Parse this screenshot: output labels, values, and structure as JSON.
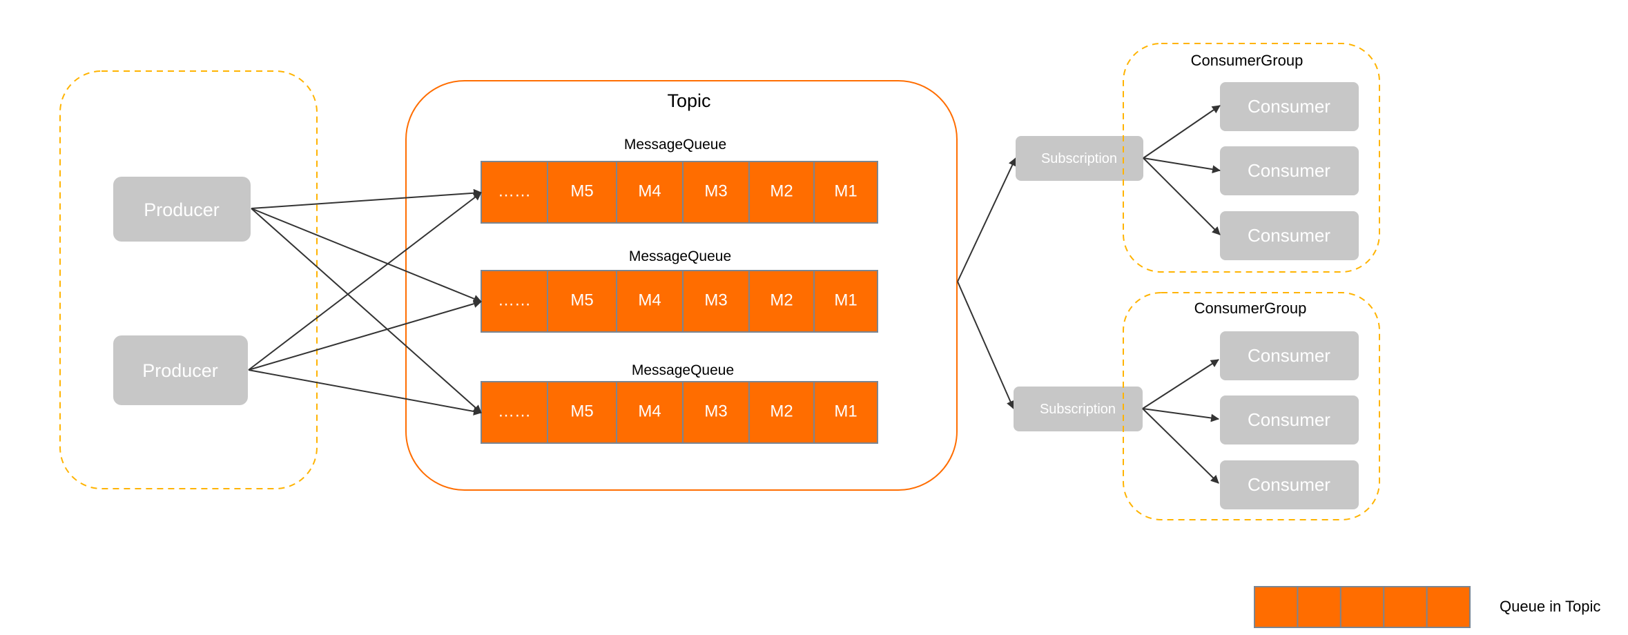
{
  "topic": {
    "title": "Topic"
  },
  "producers": [
    {
      "label": "Producer"
    },
    {
      "label": "Producer"
    }
  ],
  "queues": [
    {
      "label": "MessageQueue",
      "cells": [
        "……",
        "M5",
        "M4",
        "M3",
        "M2",
        "M1"
      ]
    },
    {
      "label": "MessageQueue",
      "cells": [
        "……",
        "M5",
        "M4",
        "M3",
        "M2",
        "M1"
      ]
    },
    {
      "label": "MessageQueue",
      "cells": [
        "……",
        "M5",
        "M4",
        "M3",
        "M2",
        "M1"
      ]
    }
  ],
  "subscriptions": [
    {
      "label": "Subscription"
    },
    {
      "label": "Subscription"
    }
  ],
  "consumer_groups": [
    {
      "title": "ConsumerGroup",
      "consumers": [
        "Consumer",
        "Consumer",
        "Consumer"
      ]
    },
    {
      "title": "ConsumerGroup",
      "consumers": [
        "Consumer",
        "Consumer",
        "Consumer"
      ]
    }
  ],
  "legend": {
    "label": "Queue in Topic",
    "cell_count": 5
  },
  "colors": {
    "queue_fill": "#FF6D00",
    "queue_border": "#7A8591",
    "node_fill": "#C7C7C7",
    "topic_border": "#FF6D00",
    "group_border": "#FFB300",
    "arrow": "#333333"
  }
}
